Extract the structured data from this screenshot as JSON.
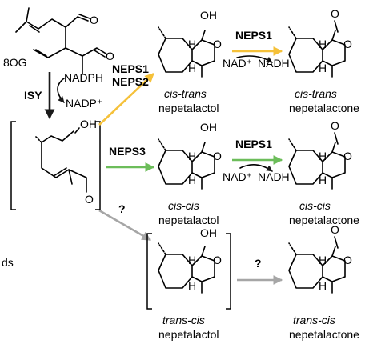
{
  "colors": {
    "isy_arrow": "#1a1a1a",
    "neps12_arrow": "#f5c13a",
    "neps3_arrow": "#6cbd5a",
    "neps1_top_arrow": "#f5c13a",
    "neps1_mid_arrow": "#6cbd5a",
    "unknown_arrow": "#a6a6a6"
  },
  "substrate": {
    "label": "8OG"
  },
  "isy": {
    "label": "ISY",
    "cofactor_in": "NADPH",
    "cofactor_out": "NADP⁺"
  },
  "intermediate": {
    "oh": "OH",
    "o": "O"
  },
  "atoms": {
    "oh": "OH",
    "o": "O",
    "h": "H"
  },
  "routes": {
    "top": {
      "enzyme_line1": "NEPS1",
      "enzyme_line2": "NEPS2",
      "lactol_stereo": "cis-trans",
      "lactol_name": "nepetalactol",
      "oxidase": "NEPS1",
      "nad_in": "NAD⁺",
      "nad_out": "NADH",
      "lactone_stereo": "cis-trans",
      "lactone_name": "nepetalactone"
    },
    "middle": {
      "enzyme": "NEPS3",
      "lactol_stereo": "cis-cis",
      "lactol_name": "nepetalactol",
      "oxidase": "NEPS1",
      "nad_in": "NAD⁺",
      "nad_out": "NADH",
      "lactone_stereo": "cis-cis",
      "lactone_name": "nepetalactone"
    },
    "bottom": {
      "enzyme": "?",
      "lactol_stereo": "trans-cis",
      "lactol_name": "nepetalactol",
      "oxidase": "?",
      "lactone_stereo": "trans-cis",
      "lactone_name": "nepetalactone"
    }
  },
  "edge_text": "ds"
}
